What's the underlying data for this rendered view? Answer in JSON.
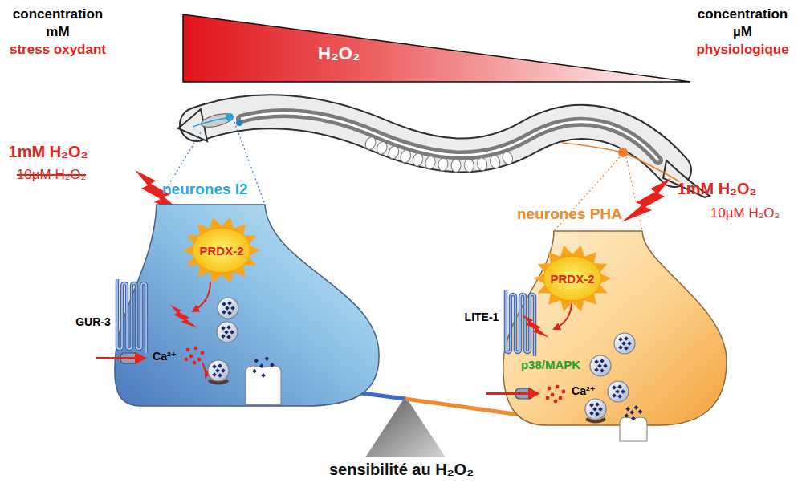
{
  "diagram": {
    "nodes": [
      {
        "text": [
          "H₂O₂"
        ]
      },
      {
        "text": [
          "neurones I2"
        ]
      },
      {
        "text": [
          "PRDX-2"
        ],
        "in": 1
      },
      {
        "text": [
          "neurones PHA"
        ]
      },
      {
        "text": [
          "PRDX-2"
        ],
        "in": 3
      }
    ],
    "labels": [
      "concentration",
      "mM",
      "stress oxydant",
      "concentration",
      "µM",
      "physiologique",
      "1mM H₂O₂",
      "10µM H₂O₂",
      "GUR-3",
      "Ca²⁺",
      "1mM H₂O₂",
      "10µM H₂O₂",
      "LITE-1",
      "p38/MAPK",
      "Ca²⁺",
      "sensibilité au H₂O₂"
    ]
  }
}
